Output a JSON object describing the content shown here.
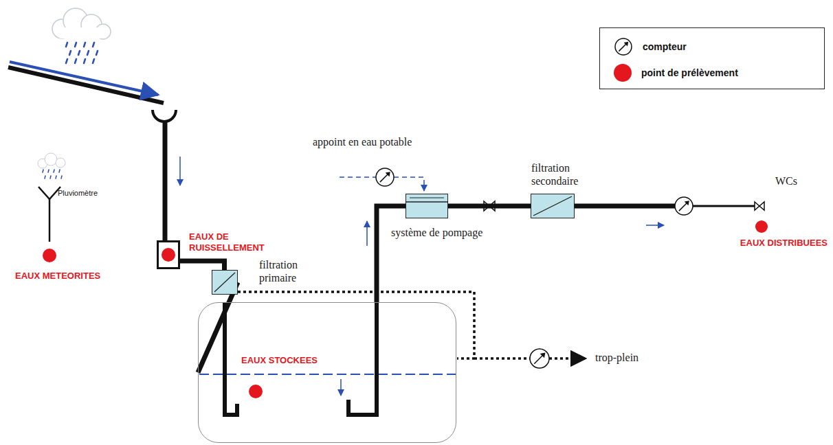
{
  "diagram": {
    "nodes": [
      {
        "text": [
          "EAUX DE RUISSELLEMENT"
        ]
      },
      {
        "text": [
          "filtration primaire"
        ]
      },
      {
        "text": [
          "EAUX STOCKEES"
        ]
      },
      {
        "text": [
          "système de pompage"
        ]
      },
      {
        "text": [
          "filtration secondaire"
        ]
      }
    ],
    "edges": [
      {
        "from": 0,
        "to": 1,
        "arrow": "none"
      },
      {
        "from": 1,
        "to": 2,
        "arrow": "none"
      },
      {
        "from": 2,
        "to": 3,
        "arrow": "none"
      },
      {
        "from": 3,
        "to": 4,
        "arrow": "none"
      }
    ],
    "labels": [
      "appoint en eau potable",
      "Pluviomètre",
      "EAUX METEORITES",
      "trop-plein",
      "WCs",
      "EAUX DISTRIBUEES"
    ],
    "legend": [
      {
        "text": "compteur"
      },
      {
        "text": "point de prélèvement",
        "color": "#e3171d"
      }
    ]
  }
}
